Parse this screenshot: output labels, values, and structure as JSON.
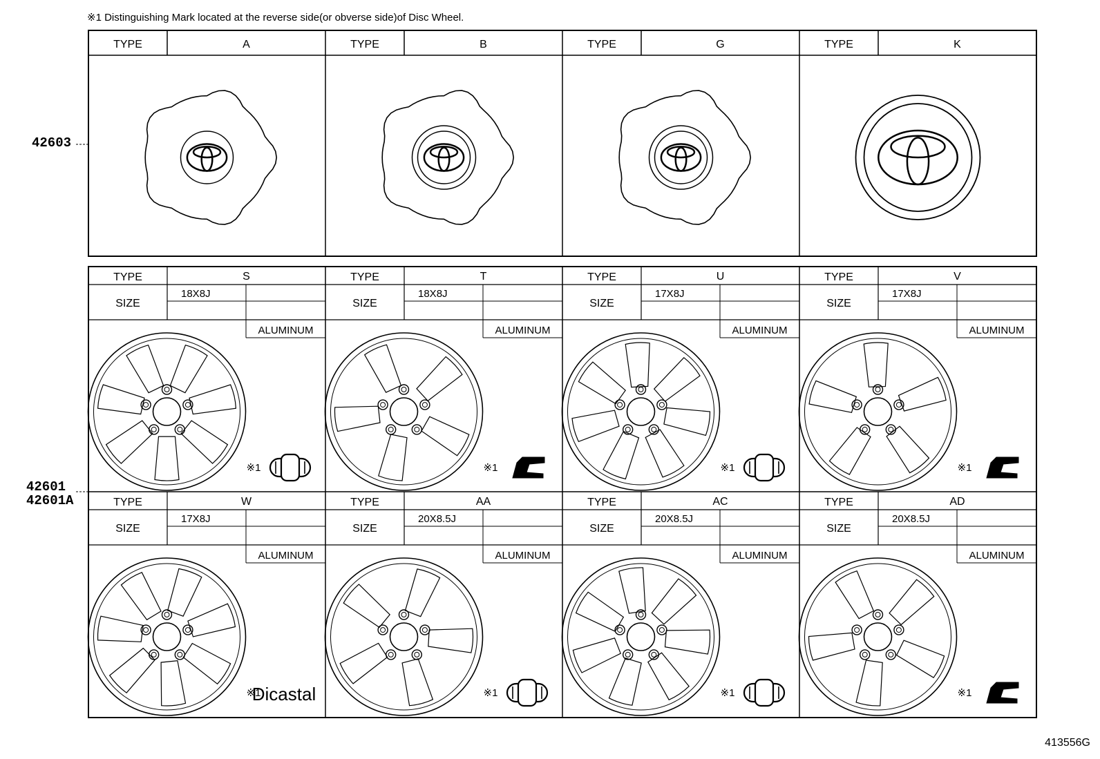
{
  "note": "※1 Distinguishing Mark located at the reverse side(or obverse side)of Disc Wheel.",
  "part_numbers": {
    "cap": "42603",
    "wheel_1": "42601",
    "wheel_2": "42601A"
  },
  "diagram_code": "413556G",
  "labels": {
    "type": "TYPE",
    "size": "SIZE",
    "material": "ALUMINUM",
    "mark": "※1",
    "dicastal": "Dicastal"
  },
  "caps": [
    {
      "type": "A"
    },
    {
      "type": "B"
    },
    {
      "type": "G"
    },
    {
      "type": "K"
    }
  ],
  "wheels": [
    {
      "type": "S",
      "size": "18X8J",
      "mark": "cap-shape"
    },
    {
      "type": "T",
      "size": "18X8J",
      "mark": "foot-shape"
    },
    {
      "type": "U",
      "size": "17X8J",
      "mark": "cap-shape"
    },
    {
      "type": "V",
      "size": "17X8J",
      "mark": "foot-shape"
    },
    {
      "type": "W",
      "size": "17X8J",
      "mark": "dicastal"
    },
    {
      "type": "AA",
      "size": "20X8.5J",
      "mark": "cap-shape"
    },
    {
      "type": "AC",
      "size": "20X8.5J",
      "mark": "cap-shape"
    },
    {
      "type": "AD",
      "size": "20X8.5J",
      "mark": "foot-shape"
    }
  ]
}
